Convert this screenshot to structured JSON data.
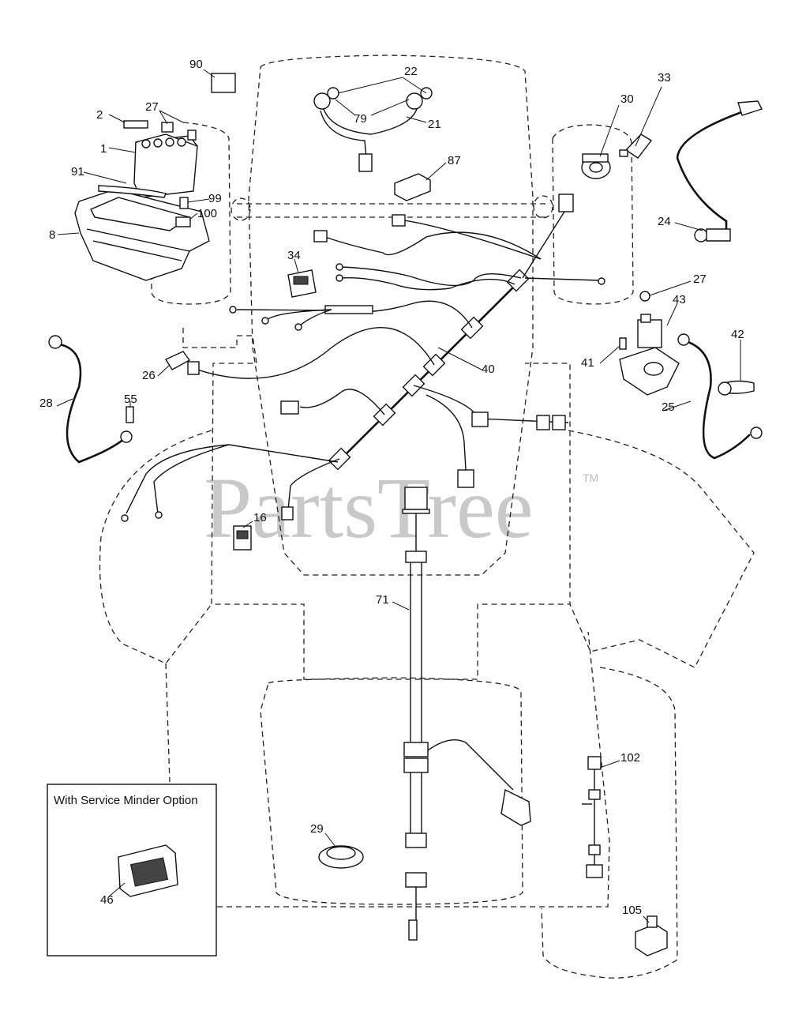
{
  "watermark": {
    "text": "PartsTree",
    "tm": "TM"
  },
  "inset": {
    "title": "With Service Minder Option"
  },
  "callouts": {
    "c90": "90",
    "c22": "22",
    "c2": "2",
    "c27a": "27",
    "c79": "79",
    "c21": "21",
    "c33": "33",
    "c30": "30",
    "c1": "1",
    "c87": "87",
    "c91": "91",
    "c99": "99",
    "c100": "100",
    "c8": "8",
    "c24": "24",
    "c34": "34",
    "c27b": "27",
    "c43": "43",
    "c42": "42",
    "c41": "41",
    "c40": "40",
    "c26": "26",
    "c25": "25",
    "c28": "28",
    "c55": "55",
    "c16": "16",
    "c71": "71",
    "c102": "102",
    "c29": "29",
    "c46": "46",
    "c105": "105"
  }
}
